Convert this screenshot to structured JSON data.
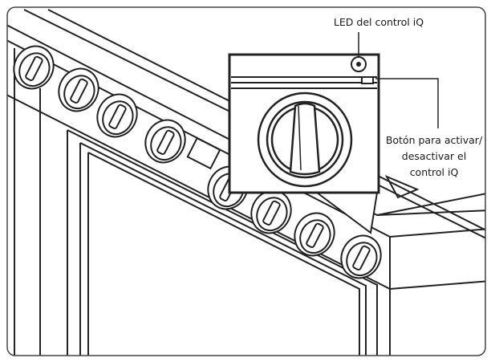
{
  "labels": {
    "led": "LED del control iQ",
    "button_line1": "Botón para activar/",
    "button_line2": "desactivar el",
    "button_line3": "control iQ"
  }
}
